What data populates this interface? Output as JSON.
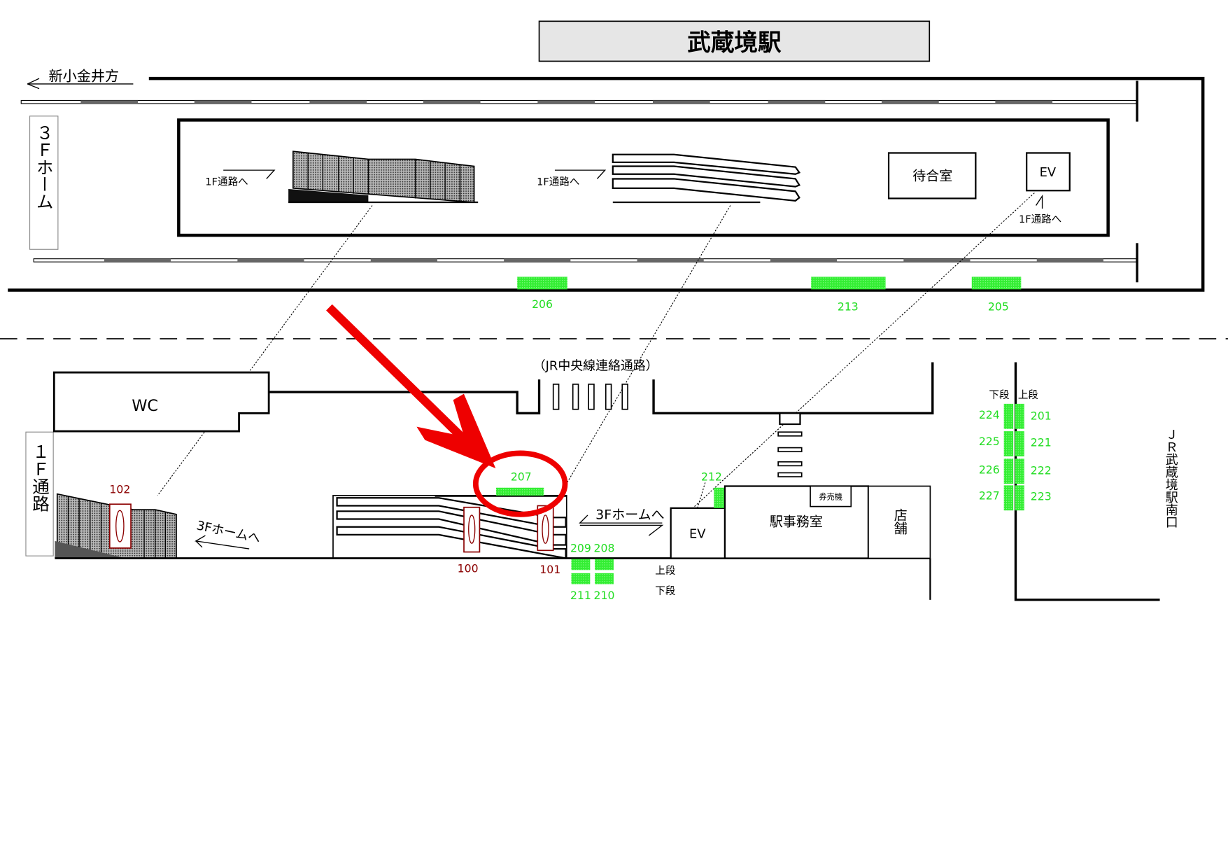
{
  "title": "武蔵境駅",
  "direction_label": "新小金井方",
  "platform": {
    "label": "３Ｆホーム",
    "to_1f_labels": [
      "1F通路へ",
      "1F通路へ",
      "1F通路へ"
    ],
    "waiting_room": "待合室",
    "ev": "EV",
    "green_markers": [
      "206",
      "213",
      "205"
    ]
  },
  "ground": {
    "label": "１Ｆ通路",
    "wc": "WC",
    "connection": "（JR中央線連絡通路）",
    "to_3f_left": "3Fホームへ",
    "to_3f_right": "3Fホームへ",
    "ev": "EV",
    "station_office": "駅事務室",
    "ticket_machine": "券売機",
    "shop": "店舗",
    "upper_label": "上段",
    "lower_label": "下段",
    "red_markers": [
      "102",
      "100",
      "101"
    ],
    "highlighted_marker": "207",
    "green_markers": [
      "209",
      "208",
      "211",
      "210",
      "212"
    ],
    "column_headers": [
      "下段",
      "上段"
    ],
    "column_left": [
      "224",
      "225",
      "226",
      "227"
    ],
    "column_right": [
      "201",
      "221",
      "222",
      "223"
    ],
    "south_exit": "ＪＲ武蔵境駅南口"
  },
  "colors": {
    "green": "#33ee33",
    "red": "#ee0000",
    "dark_red": "#8b0000"
  }
}
